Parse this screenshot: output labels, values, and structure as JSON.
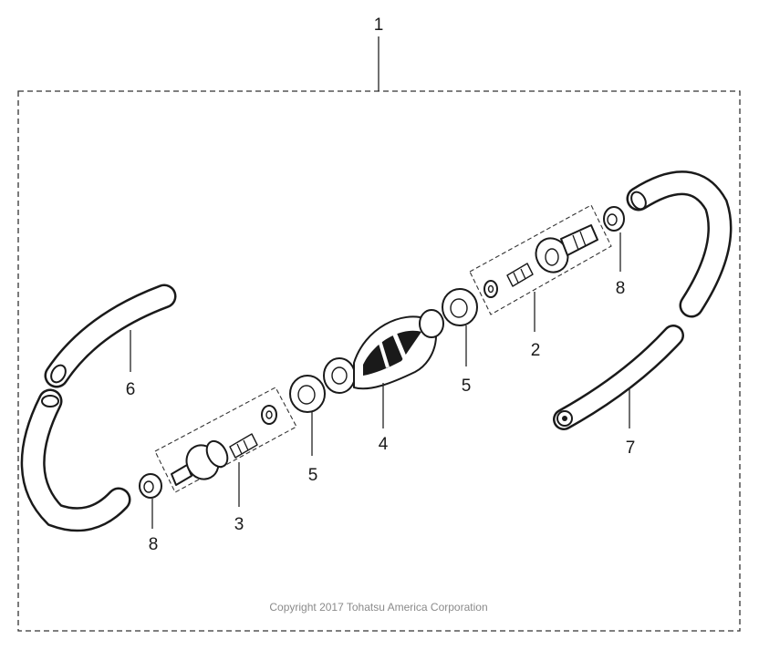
{
  "callouts": {
    "c1": "1",
    "c2": "2",
    "c3": "3",
    "c4": "4",
    "c5a": "5",
    "c5b": "5",
    "c6": "6",
    "c7": "7",
    "c8a": "8",
    "c8b": "8"
  },
  "copyright": "Copyright 2017 Tohatsu America Corporation"
}
